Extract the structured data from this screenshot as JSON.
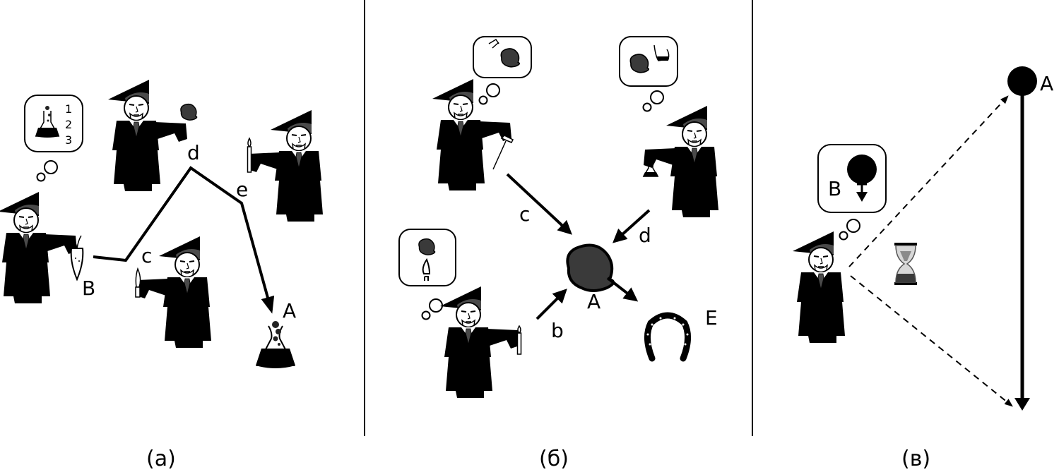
{
  "colors": {
    "ink": "#000000",
    "hat_band": "#4a4a4a",
    "tie": "#4a4a4a",
    "rock": "#3a3a3a",
    "background": "#ffffff"
  },
  "panels": [
    {
      "caption": "(а)",
      "labels": {
        "start": "B",
        "step_c": "c",
        "step_d": "d",
        "step_e": "e",
        "goal": "A"
      },
      "thought": {
        "icon": "flask-icon",
        "steps": [
          "1",
          "2",
          "3"
        ]
      },
      "scholars": [
        {
          "holds": "carrot-icon"
        },
        {
          "holds": "rock-icon"
        },
        {
          "holds": "knife-icon"
        },
        {
          "holds": "brush-icon"
        }
      ],
      "path": [
        "B",
        "c",
        "d",
        "e",
        "A"
      ]
    },
    {
      "caption": "(б)",
      "labels": {
        "center": "A",
        "arrow_c": "c",
        "arrow_d": "d",
        "arrow_b": "b",
        "result": "E"
      },
      "scholars": [
        {
          "holds": "hammer-icon",
          "thinks": "hammer-on-rock"
        },
        {
          "holds": "flask-icon",
          "thinks": "pour-on-rock"
        },
        {
          "holds": "brush-icon",
          "thinks": "flame-under-rock"
        }
      ]
    },
    {
      "caption": "(в)",
      "labels": {
        "thought_label": "B",
        "point": "A"
      },
      "thought": {
        "icon": "falling-ball-icon"
      },
      "icons": [
        "hourglass-icon"
      ]
    }
  ]
}
